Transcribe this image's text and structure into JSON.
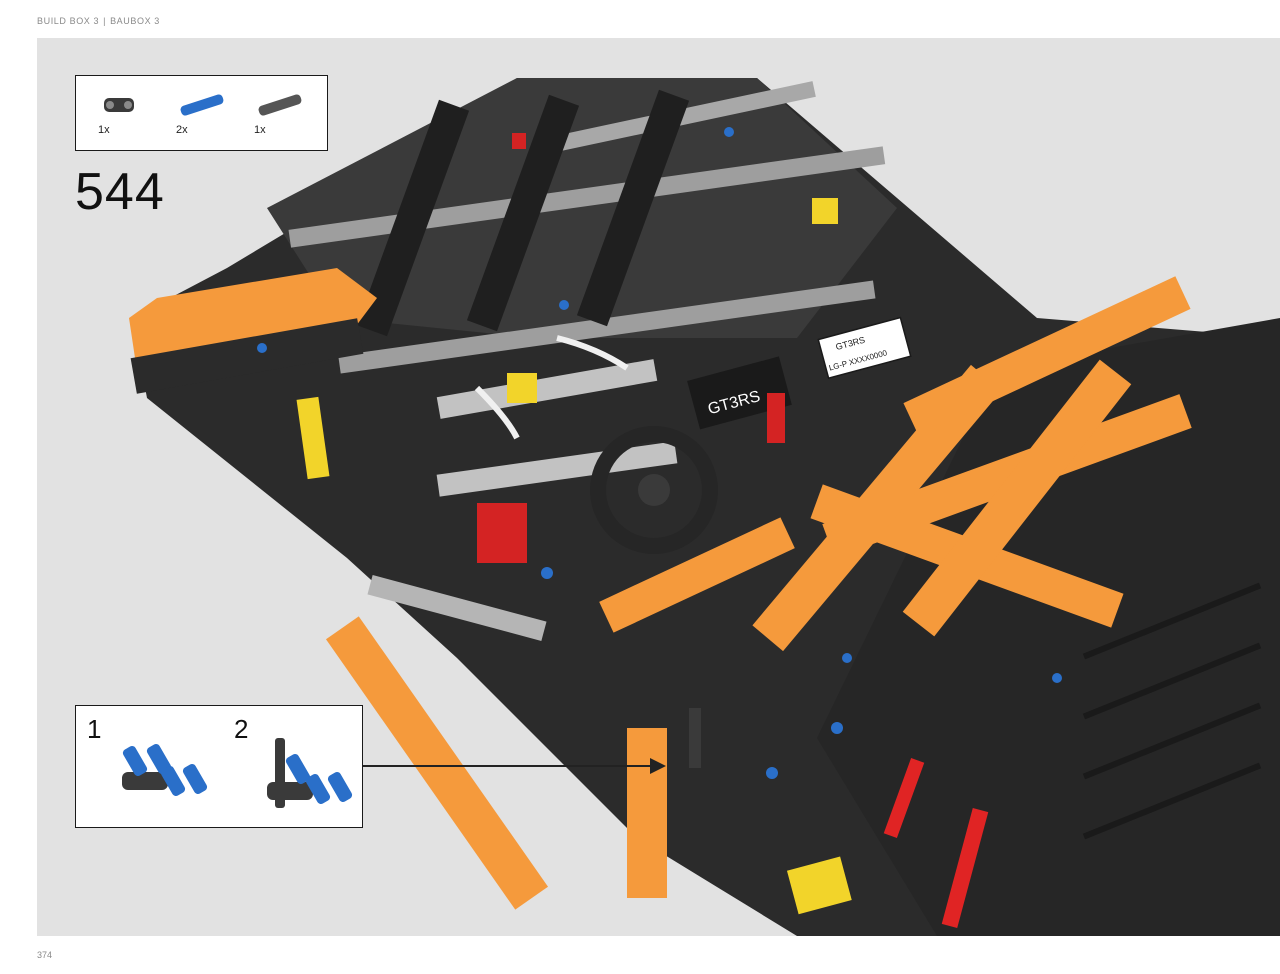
{
  "header": {
    "box_en": "BUILD BOX 3",
    "separator": "|",
    "box_de": "BAUBOX 3"
  },
  "step": {
    "number": "544",
    "parts": [
      {
        "qty": "1x",
        "icon": "dark-gray-axle-connector-icon",
        "color": "#3a3a3a"
      },
      {
        "qty": "2x",
        "icon": "blue-pin-icon",
        "color": "#2a6fc9"
      },
      {
        "qty": "1x",
        "icon": "dark-gray-axle-pin-icon",
        "color": "#555555"
      }
    ]
  },
  "sub_steps": [
    {
      "label": "1"
    },
    {
      "label": "2"
    }
  ],
  "page_number": "374",
  "colors": {
    "orange": "#f59a3c",
    "black": "#2b2b2b",
    "light_gray": "#b9b9b9",
    "red": "#d42323",
    "yellow": "#f2d42a",
    "blue": "#2a6fc9"
  },
  "model_label": {
    "badge": "GT3RS",
    "plate_top": "GT3RS",
    "plate_bottom": "LG-P XXXX0000"
  }
}
